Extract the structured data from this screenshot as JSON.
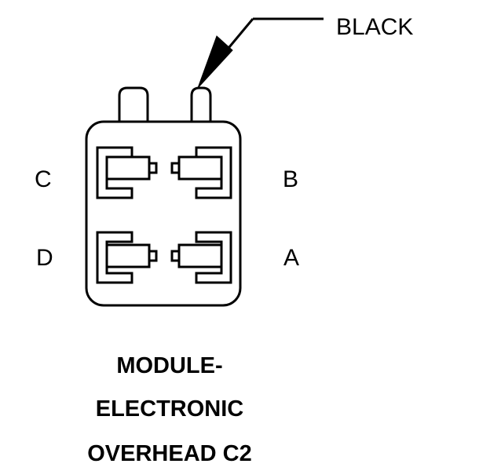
{
  "callout": {
    "label": "BLACK"
  },
  "pins": {
    "c": "C",
    "b": "B",
    "d": "D",
    "a": "A"
  },
  "title": {
    "line1": "MODULE-",
    "line2": "ELECTRONIC",
    "line3": "OVERHEAD C2"
  },
  "colors": {
    "stroke": "#000000",
    "background": "#ffffff"
  }
}
